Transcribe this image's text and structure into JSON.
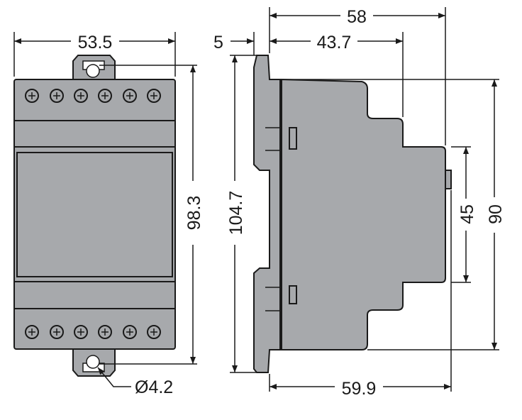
{
  "dimensions": {
    "front_width": "53.5",
    "front_height": "98.3",
    "hole_diameter": "Ø4.2",
    "side_offset": "5",
    "side_depth_inner": "43.7",
    "side_depth_total": "58",
    "side_height_total": "104.7",
    "side_step_height": "45",
    "side_body_height": "90",
    "side_depth_bottom": "59.9"
  },
  "colors": {
    "housing": "#a7a9ac",
    "lines": "#1a1a1a"
  }
}
